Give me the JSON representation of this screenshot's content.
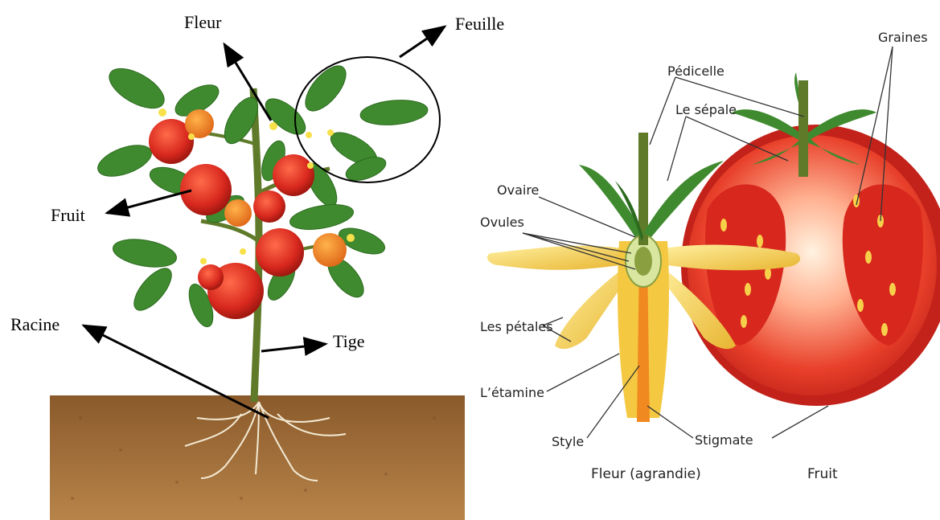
{
  "left_labels": {
    "flower": "Fleur",
    "leaf": "Feuille",
    "fruit": "Fruit",
    "root": "Racine",
    "stem": "Tige"
  },
  "right_labels": {
    "pedicel": "Pédicelle",
    "seeds": "Graines",
    "sepal": "Le sépale",
    "ovary": "Ovaire",
    "ovules": "Ovules",
    "petals": "Les pétales",
    "stamen": "L’étamine",
    "style": "Style",
    "stigma": "Stigmate",
    "flower_caption": "Fleur (agrandie)",
    "fruit_caption": "Fruit"
  },
  "colors": {
    "soil": "#9a6a35",
    "leaf": "#3f8a2e",
    "tomato": "#d8281e",
    "petal": "#f2c94c",
    "stem": "#5f7b2a"
  }
}
